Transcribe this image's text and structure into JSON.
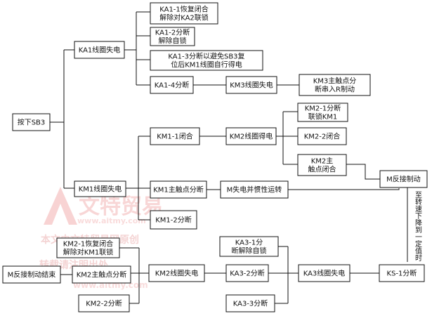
{
  "nodes": {
    "press_sb3": [
      "按下SB3"
    ],
    "ka1_coil_off": [
      "KA1线圈失电"
    ],
    "ka1_1": [
      "KA1-1恢复闭合",
      "解除对KA2联锁"
    ],
    "ka1_2": [
      "KA1-2分断",
      "解除自锁"
    ],
    "ka1_3": [
      "KA1-3分断以避免SB3复",
      "位后KM1线圈自行得电"
    ],
    "ka1_4": [
      "KA1-4分断"
    ],
    "km3_coil_off": [
      "KM3线圈失电"
    ],
    "km3_main": [
      "KM3主触点分",
      "断串入R制动"
    ],
    "km1_coil_off": [
      "KM1线圈失电"
    ],
    "km1_1": [
      "KM1-1闭合"
    ],
    "km2_coil_on": [
      "KM2线圈得电"
    ],
    "km2_1": [
      "KM2-1分断",
      "联锁KM1"
    ],
    "km2_2_close": [
      "KM2-2闭合"
    ],
    "km2_main_close": [
      "KM2主",
      "触点闭合"
    ],
    "m_reverse_brake": [
      "M反接制动"
    ],
    "km1_main": [
      "KM1主触点分断"
    ],
    "m_coast": [
      "M失电并惯性运转"
    ],
    "km1_2": [
      "KM1-2分断"
    ],
    "ks_1": [
      "KS-1分断"
    ],
    "ka3_coil_off": [
      "KA3线圈失电"
    ],
    "ka3_1": [
      "KA3-1分",
      "断解除自锁"
    ],
    "ka3_2": [
      "KA3-2分断"
    ],
    "ka3_3": [
      "KA3-3分断"
    ],
    "km2_coil_off": [
      "KM2线圈失电"
    ],
    "km2_1_restore": [
      "KM2-1恢复闭合",
      "解除对KM1联锁"
    ],
    "km2_main_open": [
      "KM2主触点分断"
    ],
    "km2_2_open": [
      "KM2-2分断"
    ],
    "m_brake_end": [
      "M反接制动结束"
    ]
  },
  "edge_labels": {
    "speed_drop": "至转速下降到一定值时"
  },
  "watermark": {
    "logo": "文特贸易",
    "url_top": "www.aitmy.com",
    "line1": "本文由文特贸易网原创",
    "line2": "转载请注明出处",
    "url_bottom": "www.aitmy.com"
  }
}
